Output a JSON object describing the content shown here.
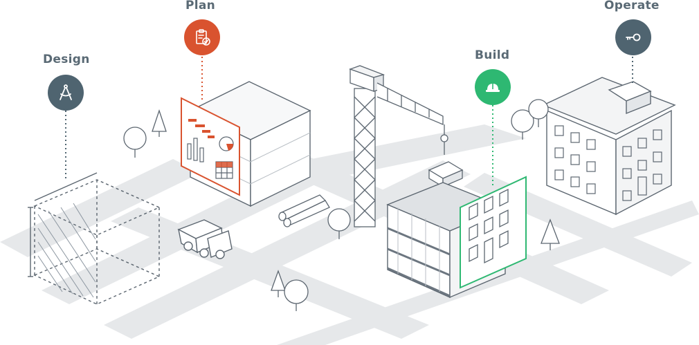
{
  "stages": {
    "design": {
      "label": "Design",
      "icon": "compass-icon",
      "color": "#4f6470"
    },
    "plan": {
      "label": "Plan",
      "icon": "clipboard-check-icon",
      "color": "#d9532f"
    },
    "build": {
      "label": "Build",
      "icon": "hard-hat-icon",
      "color": "#2eb872"
    },
    "operate": {
      "label": "Operate",
      "icon": "key-icon",
      "color": "#4f6470"
    }
  },
  "colors": {
    "road": "#e6e8ea",
    "line": "#5c6670",
    "fill_light": "#f3f4f5",
    "fill_mid": "#dfe2e5"
  }
}
